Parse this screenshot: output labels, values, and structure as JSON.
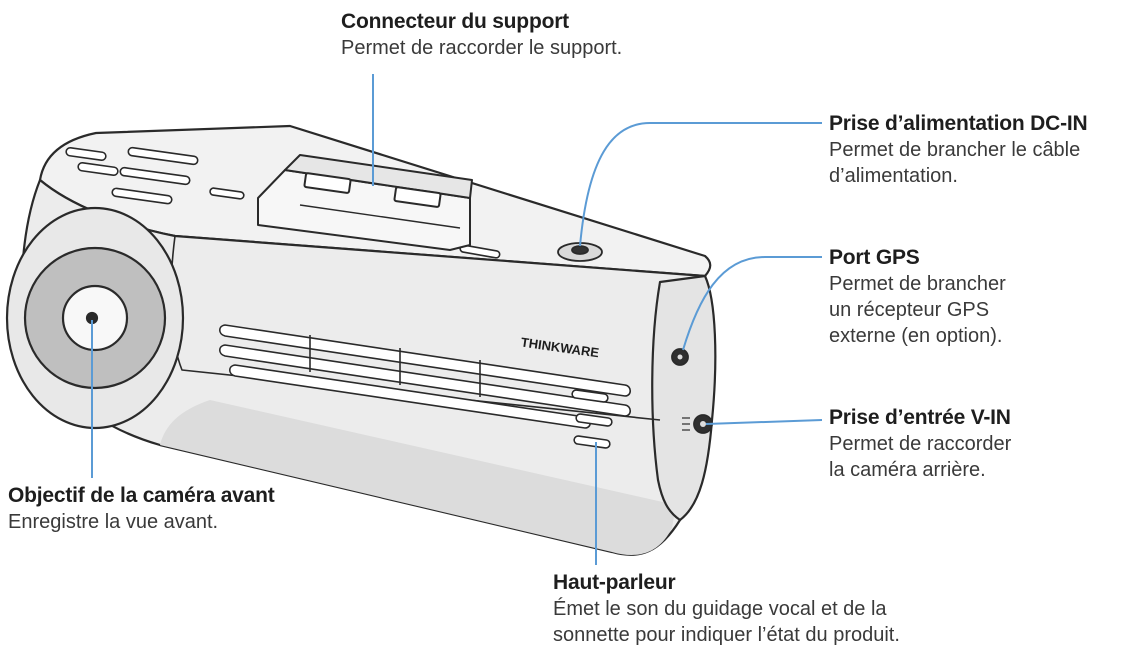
{
  "colors": {
    "leader_line": "#5b9bd5",
    "body_fill": "#f2f2f2",
    "body_shade": "#d6d6d6",
    "outline": "#2a2a2a",
    "text_title": "#1e1e1e",
    "text_desc": "#3a3a3a"
  },
  "device": {
    "brand_label": "THINKWARE"
  },
  "callouts": {
    "support": {
      "title": "Connecteur du support",
      "lines": [
        "Permet de raccorder le support."
      ]
    },
    "dcin": {
      "title": "Prise d’alimentation DC-IN",
      "lines": [
        "Permet de brancher le câble",
        "d’alimentation."
      ]
    },
    "gps": {
      "title": "Port GPS",
      "lines": [
        "Permet de brancher",
        "un récepteur GPS",
        "externe (en option)."
      ]
    },
    "vin": {
      "title": "Prise d’entrée V-IN",
      "lines": [
        "Permet de raccorder",
        "la caméra arrière."
      ]
    },
    "lens": {
      "title": "Objectif de la caméra avant",
      "lines": [
        "Enregistre la vue avant."
      ]
    },
    "speaker": {
      "title": "Haut-parleur",
      "lines": [
        "Émet le son du guidage vocal et de la",
        "sonnette pour indiquer l’état du produit."
      ]
    }
  }
}
